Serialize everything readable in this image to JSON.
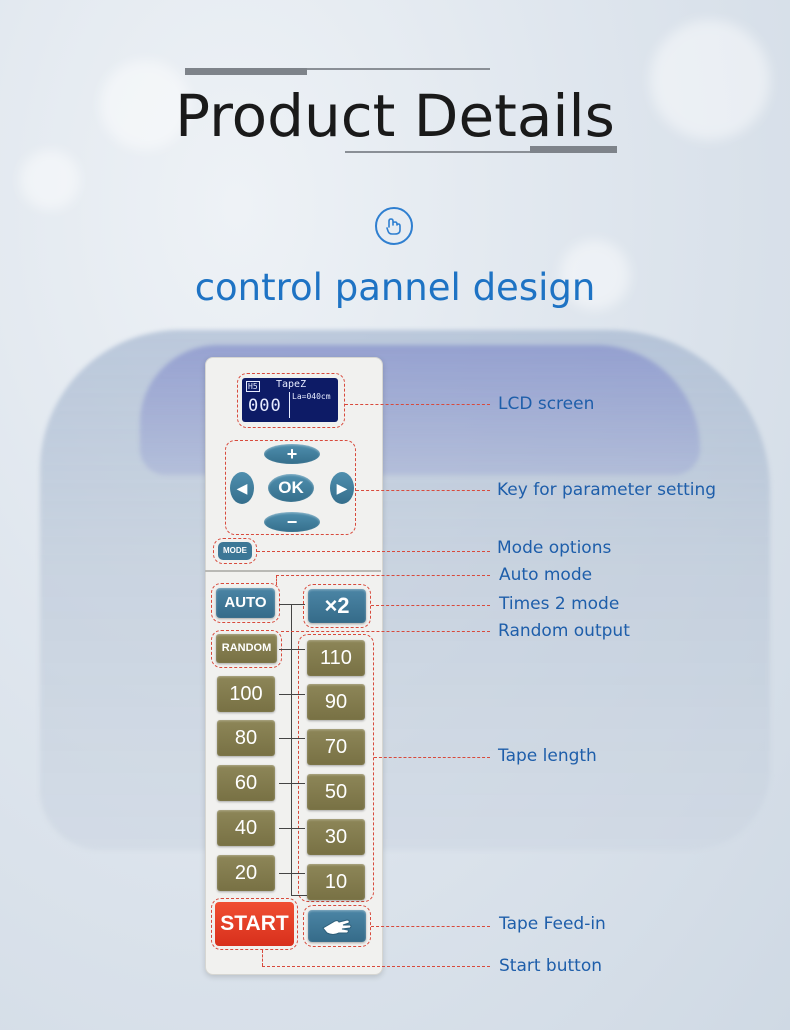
{
  "header": {
    "title": "Product Details",
    "subtitle": "control pannel design",
    "icon": "pointing-hand-icon"
  },
  "lcd": {
    "mode_badge": "H5",
    "tape_label": "TapeZ",
    "counter": "000",
    "length_readout": "La=040cm"
  },
  "keys": {
    "plus": "+",
    "minus": "−",
    "ok": "OK",
    "left": "◀",
    "right": "▶",
    "mode": "MODE",
    "auto": "AUTO",
    "times2": "×2",
    "random": "RANDOM",
    "start": "START",
    "feed_icon": "hand-feed-icon"
  },
  "length_keys_left": [
    "100",
    "80",
    "60",
    "40",
    "20"
  ],
  "length_keys_right": [
    "110",
    "90",
    "70",
    "50",
    "30",
    "10"
  ],
  "callouts": {
    "lcd": "LCD screen",
    "param_keys": "Key for parameter setting",
    "mode_options": "Mode options",
    "auto_mode": "Auto mode",
    "times2_mode": "Times 2 mode",
    "random_output": "Random output",
    "tape_length": "Tape length",
    "tape_feed": "Tape Feed-in",
    "start_button": "Start button"
  },
  "colors": {
    "accent_blue": "#1e73c4",
    "callout_red": "#d84a3c",
    "lcd_navy": "#0d1b66",
    "key_blue": "#3c7796",
    "length_olive": "#807a4b",
    "start_red": "#e03a24"
  }
}
